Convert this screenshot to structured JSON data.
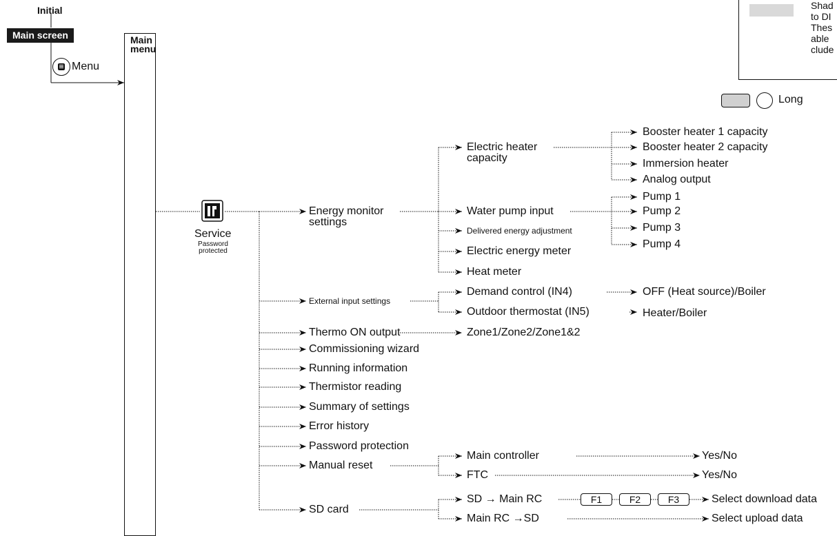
{
  "header": {
    "initial": "Initial",
    "main_screen": "Main screen",
    "menu_button": "Menu",
    "main_menu": [
      "Main",
      "menu"
    ]
  },
  "legend": {
    "lines": [
      "Shad",
      "to DI",
      "Thes",
      "able",
      "clude"
    ],
    "long_press": "Long"
  },
  "service": {
    "label": "Service",
    "note": [
      "Password",
      "protected"
    ]
  },
  "level1": [
    "Energy monitor settings",
    "External input settings",
    "Thermo ON output",
    "Commissioning wizard",
    "Running information",
    "Thermistor reading",
    "Summary of settings",
    "Error history",
    "Password protection",
    "Manual reset",
    "SD card"
  ],
  "energy_monitor": {
    "items": [
      "Electric heater capacity",
      "Water pump input",
      "Delivered energy adjustment",
      "Electric energy meter",
      "Heat meter"
    ],
    "electric_heater": [
      "Booster heater 1 capacity",
      "Booster heater 2 capacity",
      "Immersion heater",
      "Analog output"
    ],
    "water_pump": [
      "Pump 1",
      "Pump 2",
      "Pump 3",
      "Pump 4"
    ]
  },
  "external_input": {
    "items": [
      "Demand control (IN4)",
      "Outdoor thermostat (IN5)"
    ],
    "results": [
      "OFF (Heat source)/Boiler",
      "Heater/Boiler"
    ]
  },
  "thermo_on": {
    "result": "Zone1/Zone2/Zone1&2"
  },
  "manual_reset": {
    "items": [
      "Main controller",
      "FTC"
    ],
    "results": [
      "Yes/No",
      "Yes/No"
    ]
  },
  "sd_card": {
    "items": [
      "SD → Main RC",
      "Main RC →SD"
    ],
    "keys": [
      "F1",
      "F2",
      "F3"
    ],
    "results": [
      "Select download data",
      "Select upload data"
    ]
  }
}
